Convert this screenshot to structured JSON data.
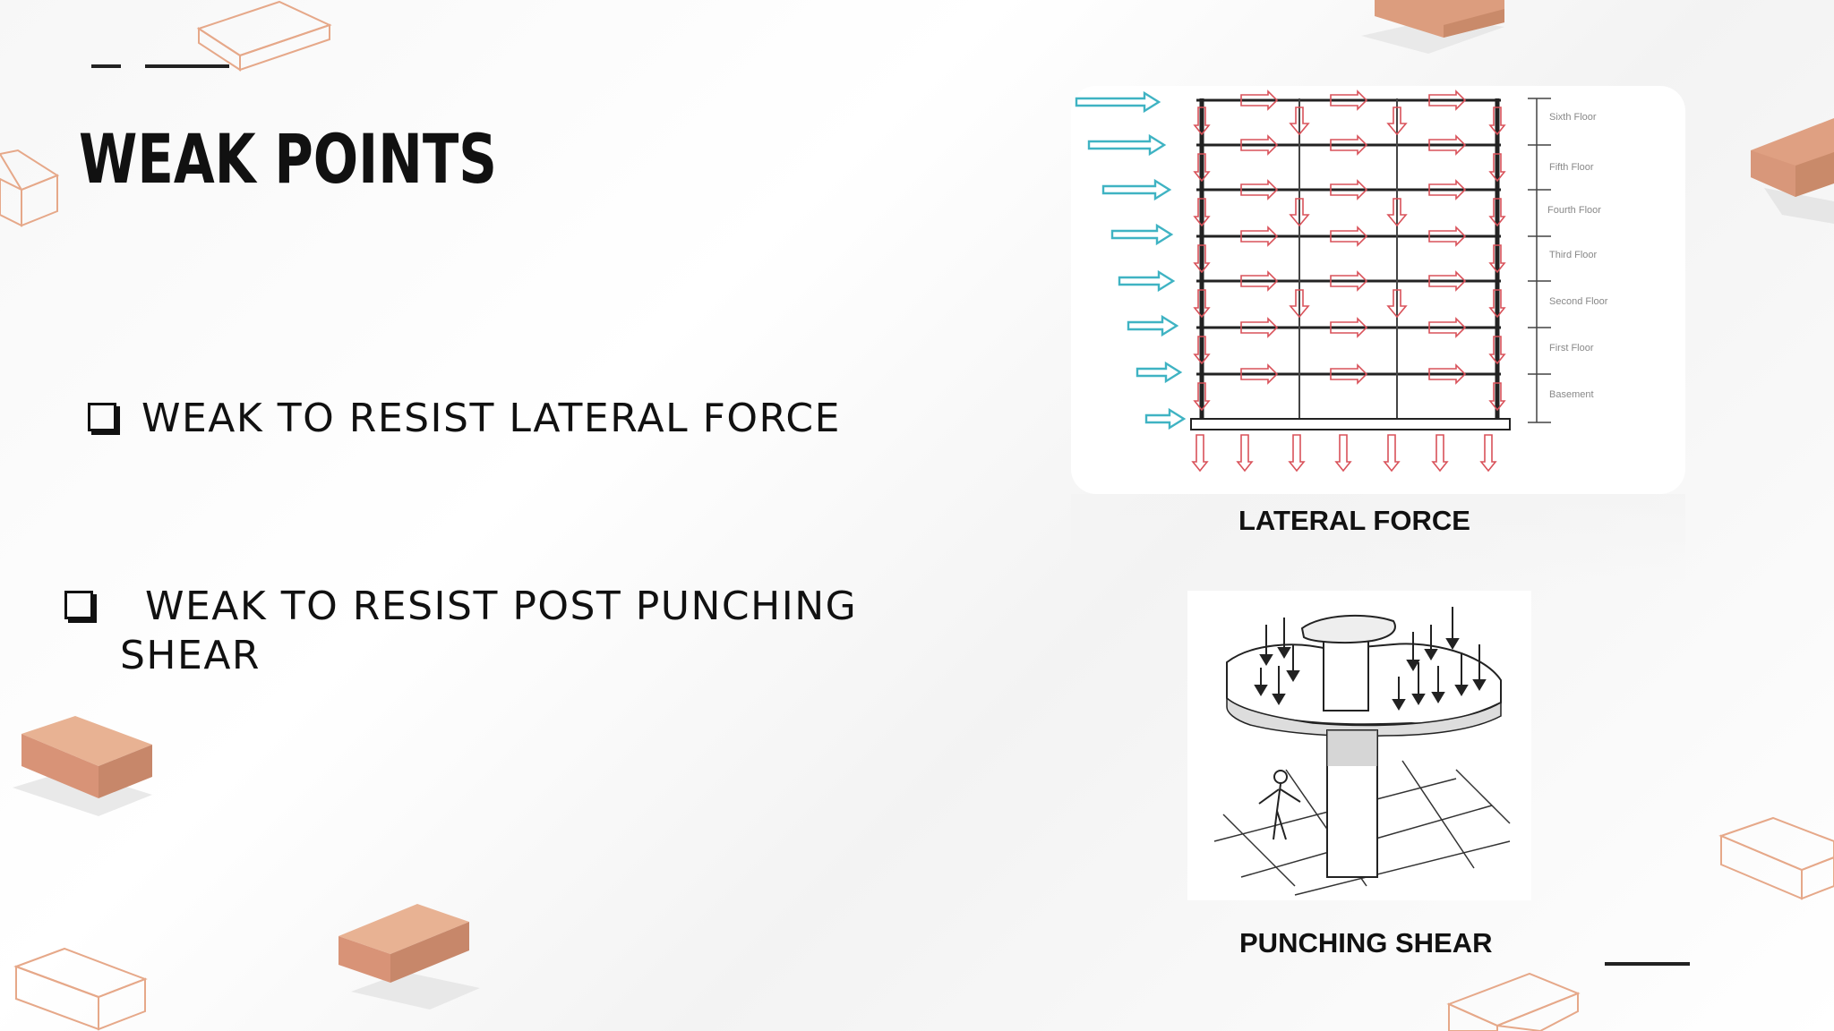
{
  "title": "WEAK POINTS",
  "bullets": [
    "WEAK TO RESIST LATERAL FORCE",
    "WEAK TO RESIST POST PUNCHING SHEAR"
  ],
  "bullet2_lines": [
    "WEAK TO RESIST POST PUNCHING",
    "SHEAR"
  ],
  "figures": {
    "lateral_force": {
      "caption": "LATERAL FORCE",
      "floor_labels": [
        "Sixth Floor",
        "Fifth Floor",
        "Fourth Floor",
        "Third Floor",
        "Second Floor",
        "First Floor",
        "Basement"
      ]
    },
    "punching_shear": {
      "caption": "PUNCHING SHEAR"
    }
  },
  "colors": {
    "brick": "#e0a282",
    "brick_dark": "#c98a6a",
    "brick_outline": "#e6a889",
    "arrow_cyan": "#3fb3c3",
    "arrow_red": "#d9525a",
    "text": "#111111"
  }
}
